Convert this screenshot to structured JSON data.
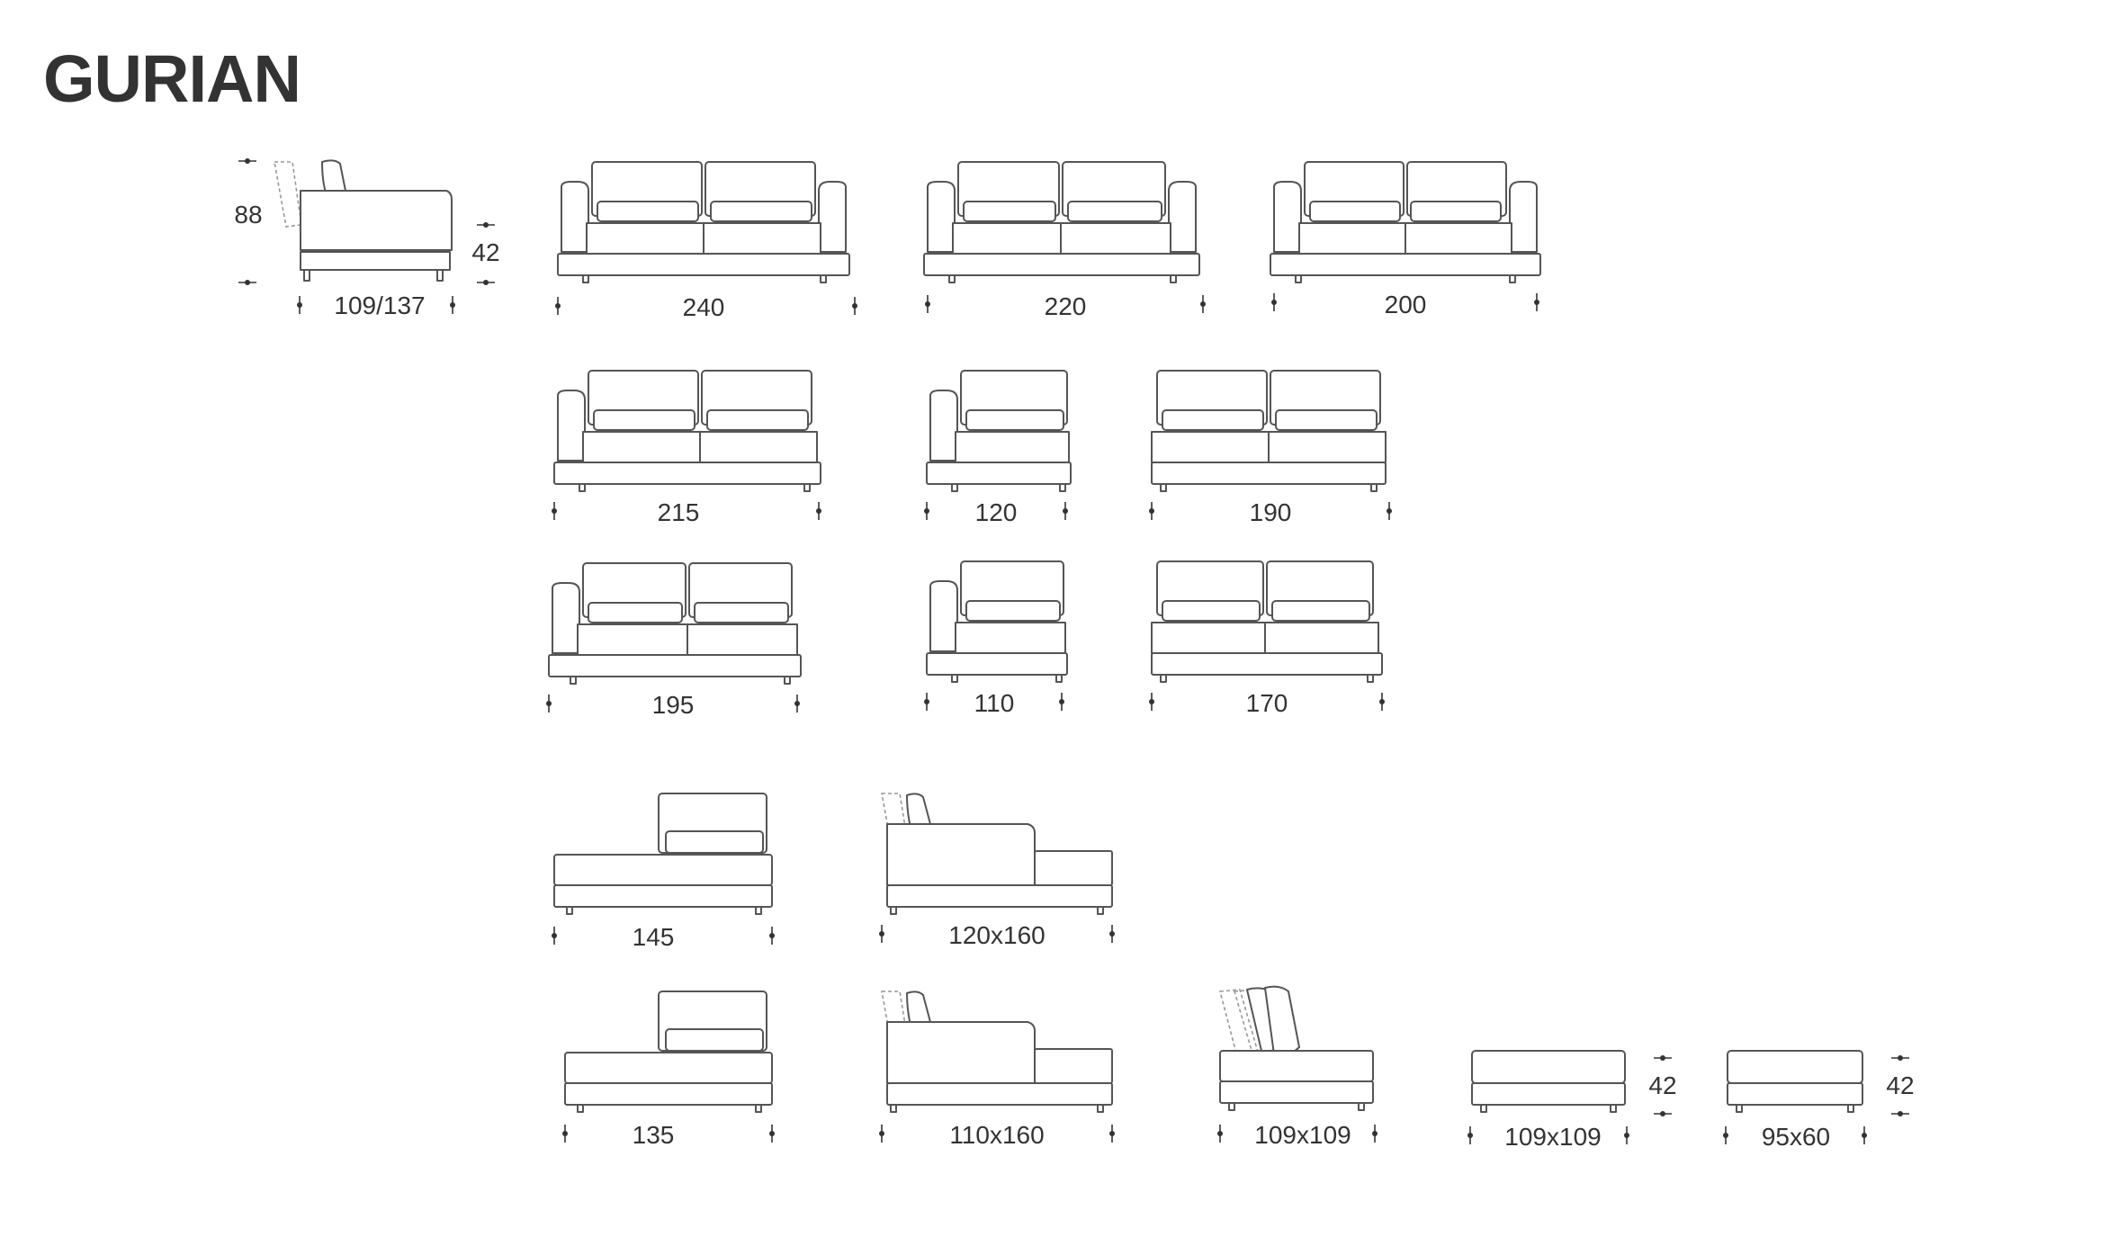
{
  "brand": {
    "logo_text": "GURIAN",
    "color": "#333333"
  },
  "colors": {
    "line": "#555555",
    "text": "#333333",
    "background": "#ffffff"
  },
  "modules": [
    {
      "id": "side-view",
      "view": "side",
      "width_label": "109/137",
      "height_label": "88",
      "seat_label": "42"
    },
    {
      "id": "sofa-240",
      "view": "sofa-two-arms",
      "width_label": "240"
    },
    {
      "id": "sofa-220",
      "view": "sofa-two-arms",
      "width_label": "220"
    },
    {
      "id": "sofa-200",
      "view": "sofa-two-arms",
      "width_label": "200"
    },
    {
      "id": "sofa-215",
      "view": "sofa-one-arm",
      "width_label": "215"
    },
    {
      "id": "sofa-120",
      "view": "single-one-arm",
      "width_label": "120"
    },
    {
      "id": "sofa-190",
      "view": "sofa-armless",
      "width_label": "190"
    },
    {
      "id": "sofa-195",
      "view": "sofa-one-arm",
      "width_label": "195"
    },
    {
      "id": "sofa-110",
      "view": "single-one-arm",
      "width_label": "110"
    },
    {
      "id": "sofa-170",
      "view": "sofa-armless",
      "width_label": "170"
    },
    {
      "id": "chaise-145",
      "view": "chaise-back",
      "width_label": "145"
    },
    {
      "id": "chaise-120x160",
      "view": "chaise-side",
      "width_label": "120x160"
    },
    {
      "id": "chaise-135",
      "view": "chaise-back",
      "width_label": "135"
    },
    {
      "id": "chaise-110x160",
      "view": "chaise-side",
      "width_label": "110x160"
    },
    {
      "id": "corner-109x109",
      "view": "corner",
      "width_label": "109x109"
    },
    {
      "id": "pouf-109x109",
      "view": "pouf",
      "width_label": "109x109",
      "height_label": "42"
    },
    {
      "id": "pouf-95x60",
      "view": "pouf",
      "width_label": "95x60",
      "height_label": "42"
    }
  ]
}
